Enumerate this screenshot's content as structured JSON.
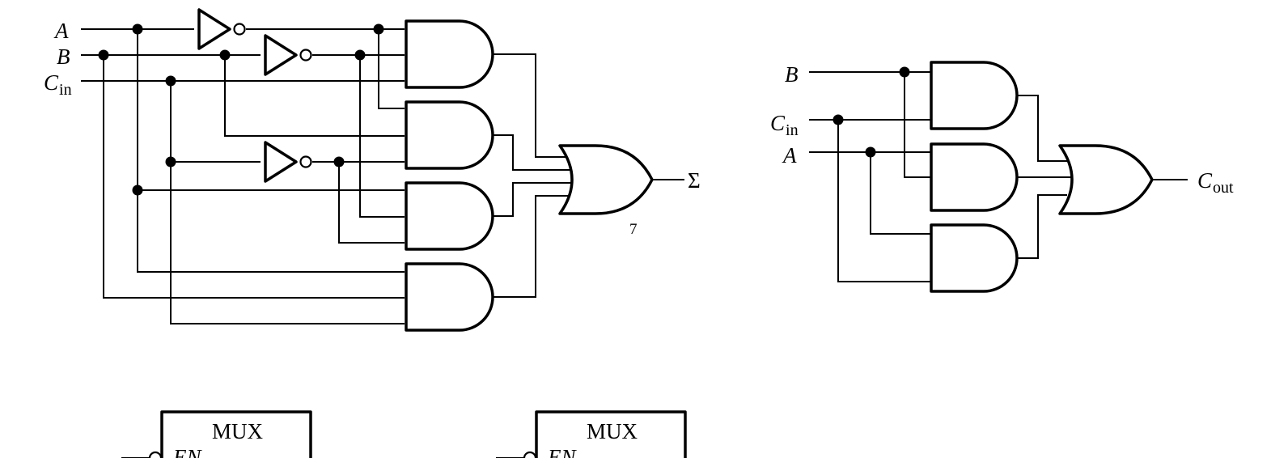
{
  "sum_circuit": {
    "inputs": {
      "a": "A",
      "b": "B",
      "c_main": "C",
      "c_sub": "in"
    },
    "output": "Σ",
    "figure_number": "7"
  },
  "carry_circuit": {
    "inputs": {
      "b": "B",
      "c_main": "C",
      "c_sub": "in",
      "a": "A"
    },
    "output_main": "C",
    "output_sub": "out"
  },
  "mux_blocks": [
    {
      "title": "MUX",
      "enable_label": "EN"
    },
    {
      "title": "MUX",
      "enable_label": "EN"
    }
  ]
}
